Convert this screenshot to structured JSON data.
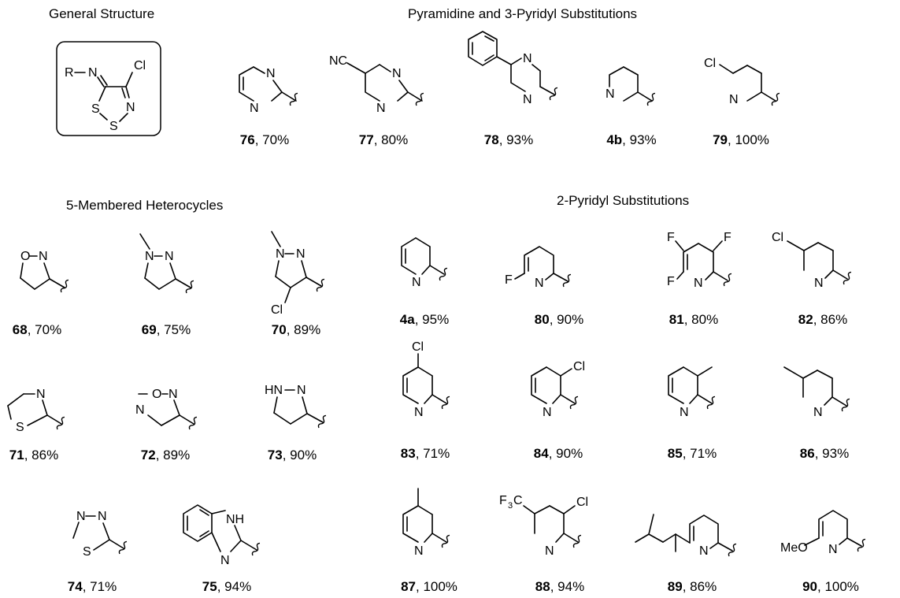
{
  "headings": {
    "general": "General Structure",
    "pyr3": "Pyramidine and 3-Pyridyl Substitutions",
    "five": "5-Membered Heterocycles",
    "pyr2": "2-Pyridyl Substitutions"
  },
  "atoms": {
    "R": "R",
    "N": "N",
    "O": "O",
    "S": "S",
    "Cl": "Cl",
    "F": "F",
    "NC": "NC",
    "NH": "NH",
    "HN": "HN",
    "MeO": "MeO",
    "F3": "F",
    "three": "3",
    "C": "C"
  },
  "compounds": [
    {
      "id": "76",
      "yield": ", 70%"
    },
    {
      "id": "77",
      "yield": ", 80%"
    },
    {
      "id": "78",
      "yield": ", 93%"
    },
    {
      "id": "4b",
      "yield": ", 93%"
    },
    {
      "id": "79",
      "yield": ", 100%"
    },
    {
      "id": "68",
      "yield": ", 70%"
    },
    {
      "id": "69",
      "yield": ", 75%"
    },
    {
      "id": "70",
      "yield": ", 89%"
    },
    {
      "id": "71",
      "yield": ", 86%"
    },
    {
      "id": "72",
      "yield": ", 89%"
    },
    {
      "id": "73",
      "yield": ", 90%"
    },
    {
      "id": "74",
      "yield": ", 71%"
    },
    {
      "id": "75",
      "yield": ", 94%"
    },
    {
      "id": "4a",
      "yield": ", 95%"
    },
    {
      "id": "80",
      "yield": ", 90%"
    },
    {
      "id": "81",
      "yield": ", 80%"
    },
    {
      "id": "82",
      "yield": ", 86%"
    },
    {
      "id": "83",
      "yield": ", 71%"
    },
    {
      "id": "84",
      "yield": ", 90%"
    },
    {
      "id": "85",
      "yield": ", 71%"
    },
    {
      "id": "86",
      "yield": ", 93%"
    },
    {
      "id": "87",
      "yield": ", 100%"
    },
    {
      "id": "88",
      "yield": ", 94%"
    },
    {
      "id": "89",
      "yield": ", 86%"
    },
    {
      "id": "90",
      "yield": ", 100%"
    }
  ]
}
